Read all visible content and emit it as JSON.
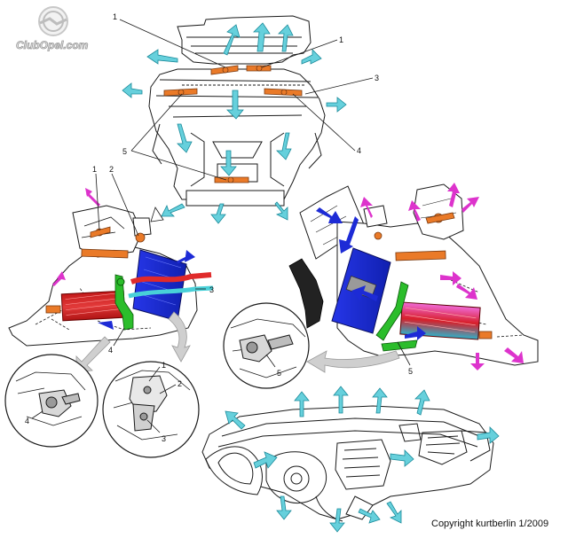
{
  "logo": {
    "text": "ClubOpel.com"
  },
  "copyright": "Copyright kurtberlin 1/2009",
  "colors": {
    "airflow": "#66d0dc",
    "airflow_dark": "#1a9aab",
    "hot_air": "#dd33cc",
    "heater_red": "#d42020",
    "evaporator_blue": "#1d2bd6",
    "actuator_green": "#2bbd2b",
    "flap_orange": "#ea7a28",
    "line": "#1a1a1a"
  },
  "callouts": {
    "top": [
      "1",
      "1",
      "3",
      "4",
      "5"
    ],
    "left": [
      "1",
      "2",
      "3",
      "4"
    ],
    "right": [
      "5"
    ],
    "inset_left": [
      "4"
    ],
    "inset_middle": [
      "1",
      "2",
      "3"
    ],
    "inset_right": [
      "5"
    ]
  }
}
